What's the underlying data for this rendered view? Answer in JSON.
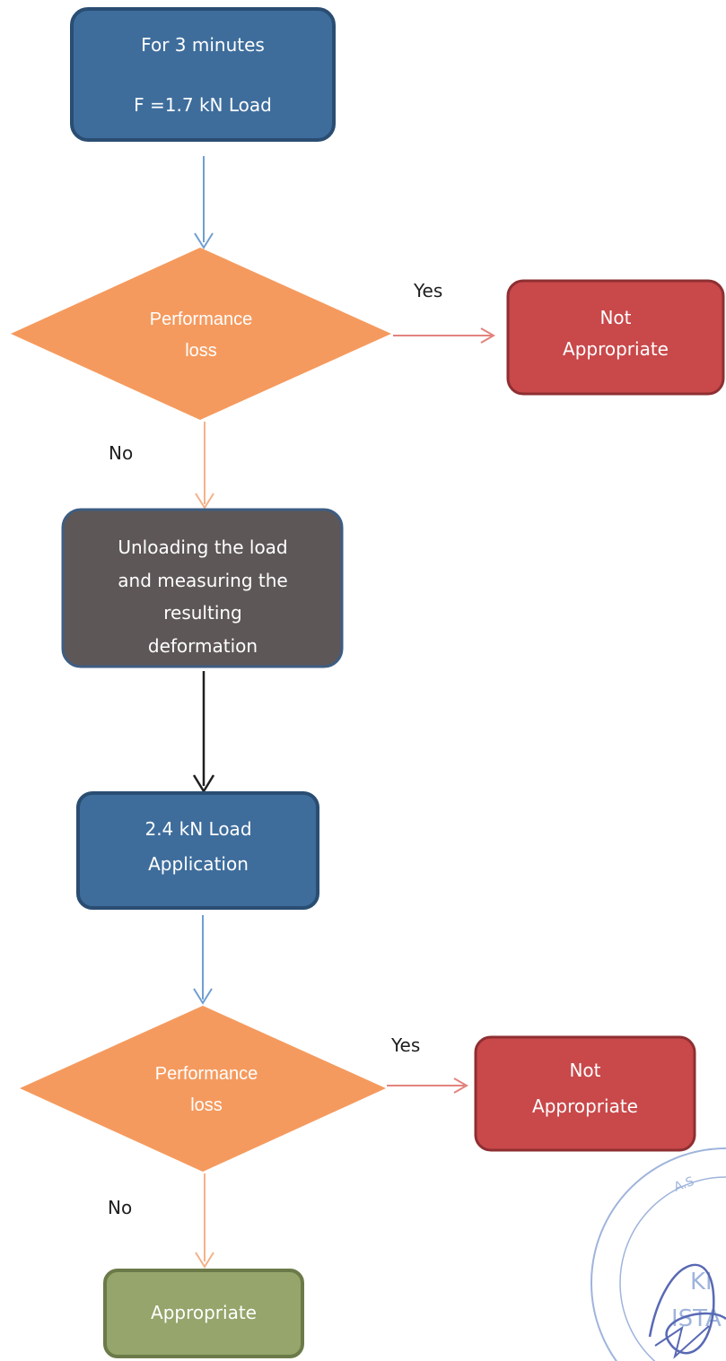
{
  "nodes": {
    "start_box": {
      "line1": "For 3 minutes",
      "line2": "F =1.7 kN Load"
    },
    "decision_1": {
      "line1": "Performance",
      "line2": "loss"
    },
    "reject_1": {
      "line1": "Not",
      "line2": "Appropriate"
    },
    "unload_box": {
      "line1": "Unloading the load",
      "line2": "and measuring the",
      "line3": "resulting",
      "line4": "deformation"
    },
    "load_box": {
      "line1": "2.4 kN Load",
      "line2": "Application"
    },
    "decision_2": {
      "line1": "Performance",
      "line2": "loss"
    },
    "reject_2": {
      "line1": "Not",
      "line2": "Appropriate"
    },
    "accept_box": {
      "line1": "Appropriate"
    }
  },
  "edges": {
    "yes_1": "Yes",
    "no_1": "No",
    "yes_2": "Yes",
    "no_2": "No"
  },
  "stamp": {
    "text_1": "KI",
    "text_2": "ISTA",
    "text_3": "A.S"
  },
  "colors": {
    "blue": "#3e6d9c",
    "blue_border": "#2a4d72",
    "orange": "#f59a5e",
    "red": "#c9484a",
    "red_border": "#8e2f32",
    "gray": "#5e5757",
    "gray_border": "#3e5d82",
    "green": "#95a56b",
    "green_border": "#6b7a48",
    "arrow_blue": "#6f9ed1",
    "arrow_orange": "#f3b28a",
    "arrow_red": "#e2837d",
    "arrow_black": "#1f1f1f",
    "stamp": "#8fa8d6"
  }
}
